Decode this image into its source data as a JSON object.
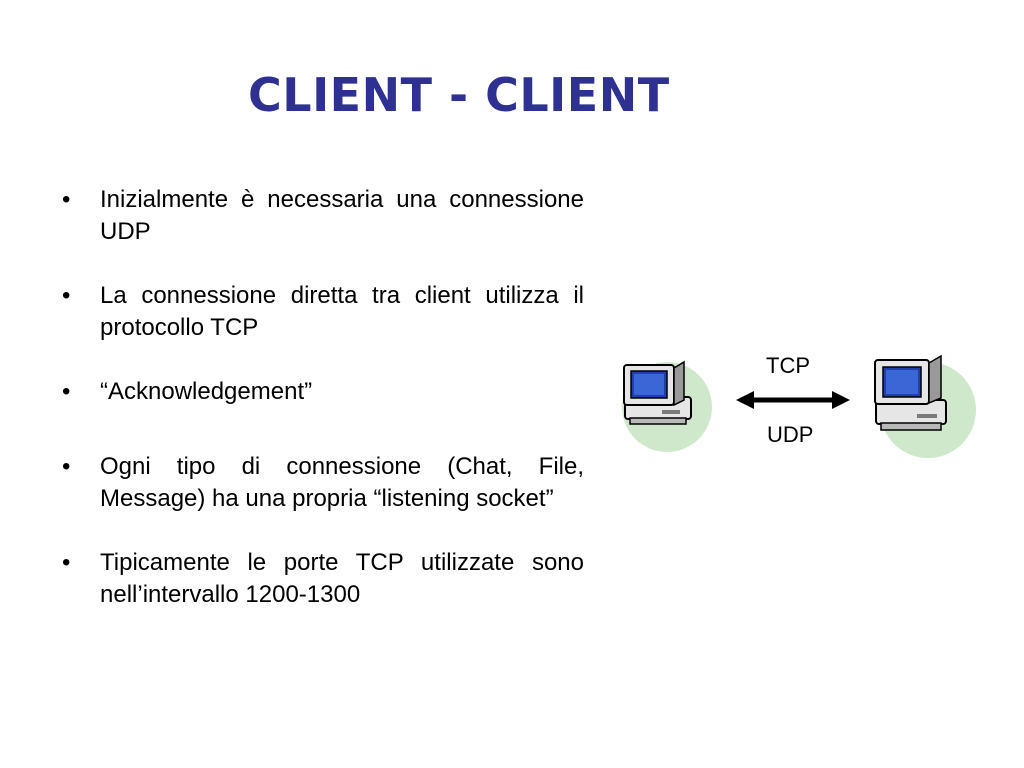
{
  "title": "CLIENT - CLIENT",
  "bullets": [
    "Inizialmente è necessaria una connessione UDP",
    "La connessione diretta tra client utilizza il protocollo TCP",
    "“Acknowledgement”",
    "Ogni tipo di connessione (Chat, File, Message) ha una propria “listening socket”",
    "Tipicamente le porte TCP utilizzate sono nell’intervallo 1200-1300"
  ],
  "bullet_symbol": "•",
  "diagram": {
    "top_label": "TCP",
    "bottom_label": "UDP",
    "left_icon": "computer-icon",
    "right_icon": "computer-icon",
    "arrow": "double-headed-arrow"
  },
  "colors": {
    "title": "#2e3192",
    "text": "#000000",
    "computer_circle": "#cfe8cc",
    "monitor_screen": "#1f3fae",
    "computer_body": "#e6e6e6"
  }
}
